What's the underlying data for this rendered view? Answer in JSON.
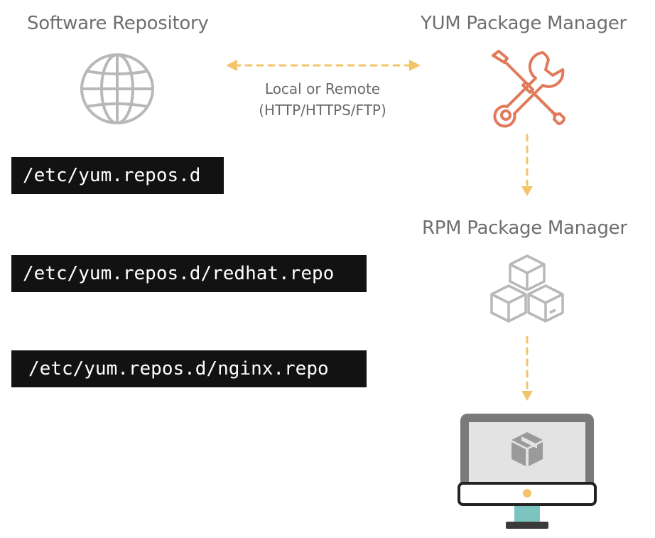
{
  "nodes": {
    "software_repository": {
      "title": "Software Repository",
      "icon": "globe-icon"
    },
    "yum_manager": {
      "title": "YUM Package Manager",
      "icon": "tools-icon"
    },
    "rpm_manager": {
      "title": "RPM Package Manager",
      "icon": "boxes-icon"
    },
    "computer": {
      "icon": "computer-icon"
    }
  },
  "connection": {
    "line1": "Local or  Remote",
    "line2": "(HTTP/HTTPS/FTP)"
  },
  "paths": [
    "/etc/yum.repos.d",
    "/etc/yum.repos.d/redhat.repo",
    "/etc/yum.repos.d/nginx.repo"
  ],
  "colors": {
    "arrow": "#f3c46a",
    "tools": "#e07a5a",
    "icon_gray": "#b8b8b8",
    "path_bg": "#121212",
    "screen_frame": "#7a7a7a",
    "screen_fill": "#e3e3e3",
    "stand": "#7cc4c0",
    "power_dot": "#f3c46a"
  }
}
